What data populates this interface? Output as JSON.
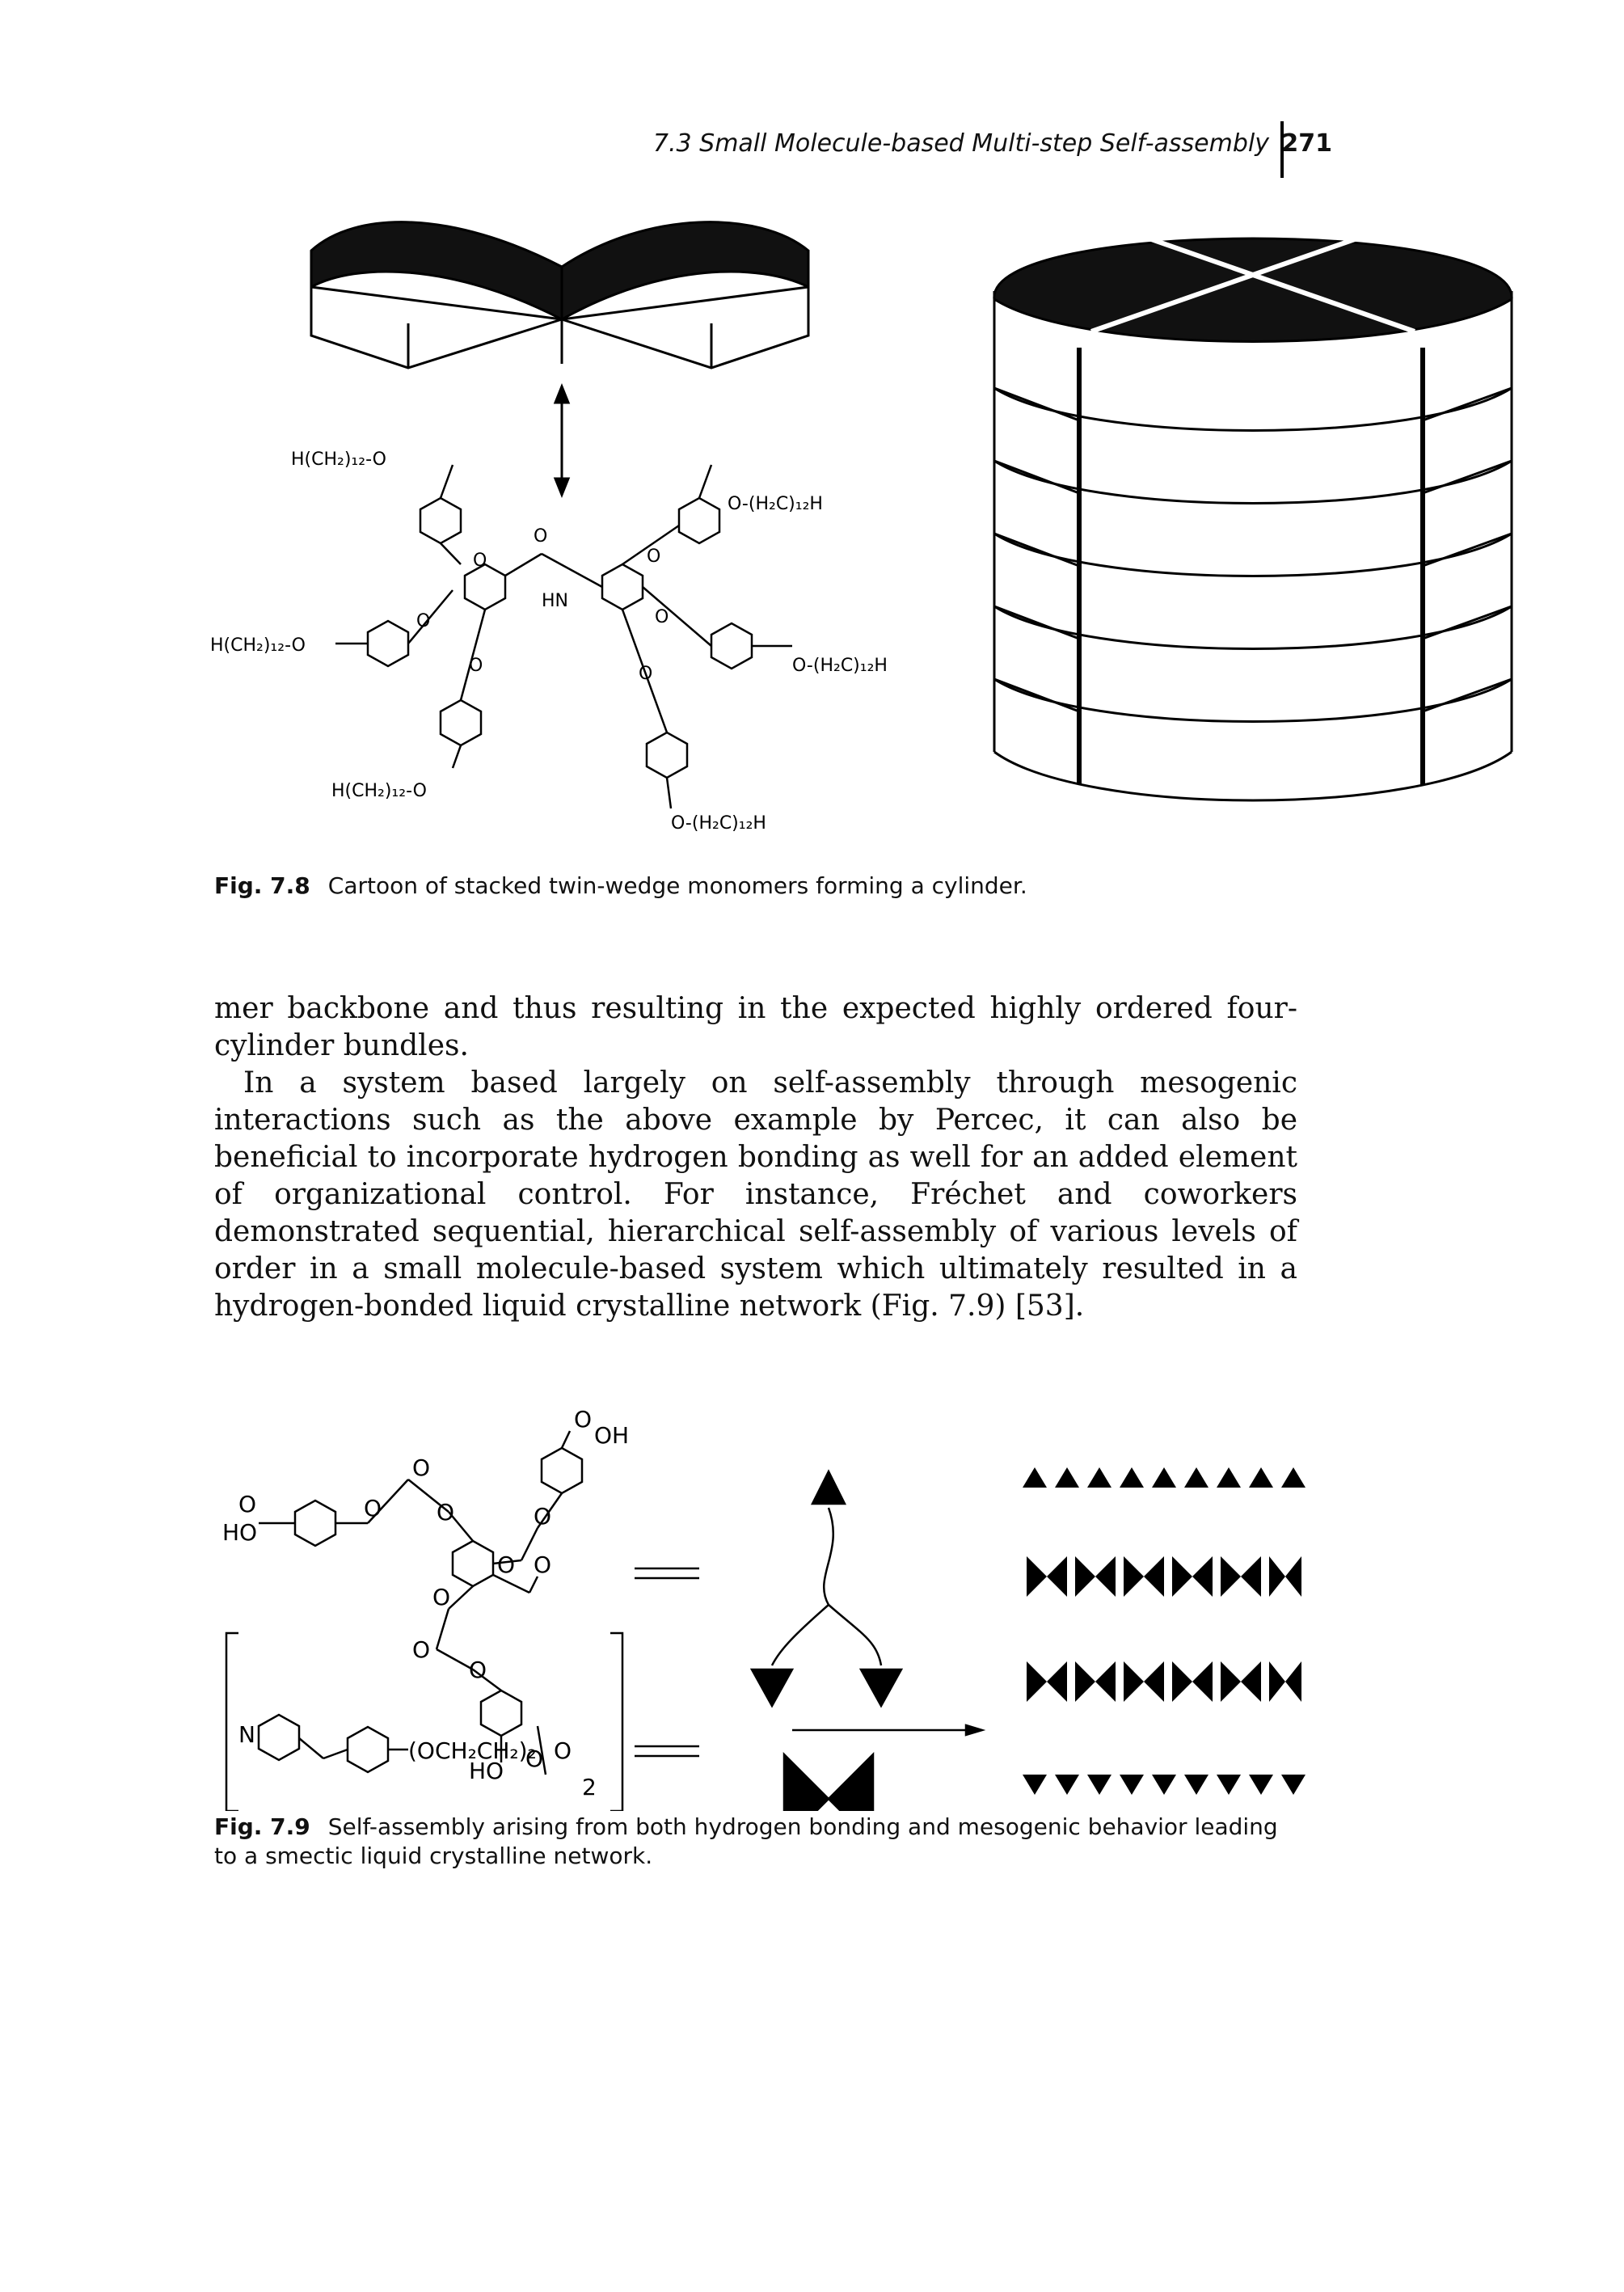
{
  "header": {
    "running_title": "7.3 Small Molecule-based Multi-step Self-assembly",
    "page_number": "271"
  },
  "figure_7_8": {
    "label": "Fig. 7.8",
    "caption": "Cartoon of stacked twin-wedge monomers forming a cylinder.",
    "chem_labels": {
      "tl": "H(CH₂)₁₂-O",
      "ml": "H(CH₂)₁₂-O",
      "bl": "H(CH₂)₁₂-O",
      "tr": "O-(H₂C)₁₂H",
      "mr": "O-(H₂C)₁₂H",
      "br": "O-(H₂C)₁₂H",
      "hn": "HN",
      "o_carbonyl": "O",
      "o1": "O",
      "o2": "O",
      "o3": "O",
      "o4": "O",
      "o5": "O",
      "o6": "O"
    }
  },
  "body": {
    "paragraph_1": "mer backbone and thus resulting in the expected highly ordered four-cylinder bundles.",
    "paragraph_2": "In a system based largely on self-assembly through mesogenic interactions such as the above example by Percec, it can also be beneficial to incorporate hydrogen bonding as well for an added element of organizational control. For instance, Fréchet and coworkers demonstrated sequential, hierarchical self-assembly of various levels of order in a small molecule-based system which ultimately resulted in a hydrogen-bonded liquid crystalline network (Fig. 7.9) [53]."
  },
  "figure_7_9": {
    "label": "Fig. 7.9",
    "caption": "Self-assembly arising from both hydrogen bonding and mesogenic behavior leading to a smectic liquid crystalline network.",
    "chem_labels": {
      "oh_top": "OH",
      "o_top": "O",
      "o_left": "O",
      "ho_left": "HO",
      "ho_bottom": "HO",
      "o_bottom": "O",
      "o_a": "O",
      "o_b": "O",
      "o_c": "O",
      "o_d": "O",
      "o_e": "O",
      "o_f": "O",
      "o_g": "O",
      "o_h": "O",
      "o_i": "O",
      "n_label": "N",
      "peg": "(OCH₂CH₂)₂",
      "o_end": "O",
      "subscript_2": "2"
    }
  }
}
